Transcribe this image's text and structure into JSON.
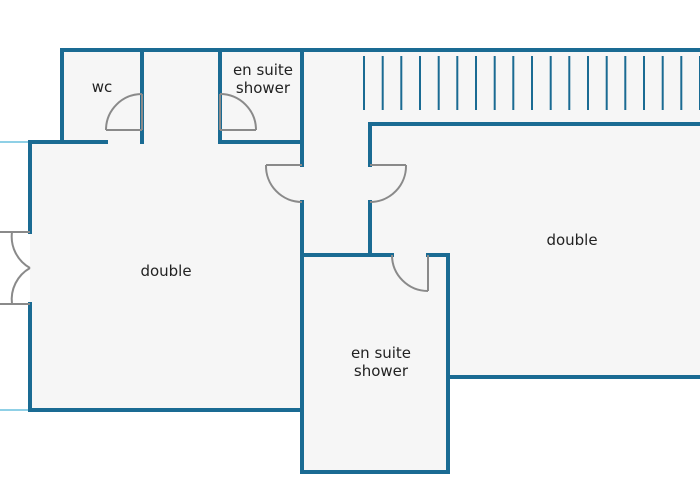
{
  "colors": {
    "wall": "#1a6b93",
    "floor": "#f6f6f6",
    "door": "#8a8a8a",
    "window": "#8fd0e6",
    "label": "#222222",
    "background": "#ffffff"
  },
  "rooms": {
    "wc": {
      "label": "wc"
    },
    "ensuite_top": {
      "line1": "en suite",
      "line2": "shower"
    },
    "double_left": {
      "label": "double"
    },
    "double_right": {
      "label": "double"
    },
    "ensuite_bottom": {
      "line1": "en suite",
      "line2": "shower"
    }
  },
  "staircase": {
    "step_count": 19
  }
}
